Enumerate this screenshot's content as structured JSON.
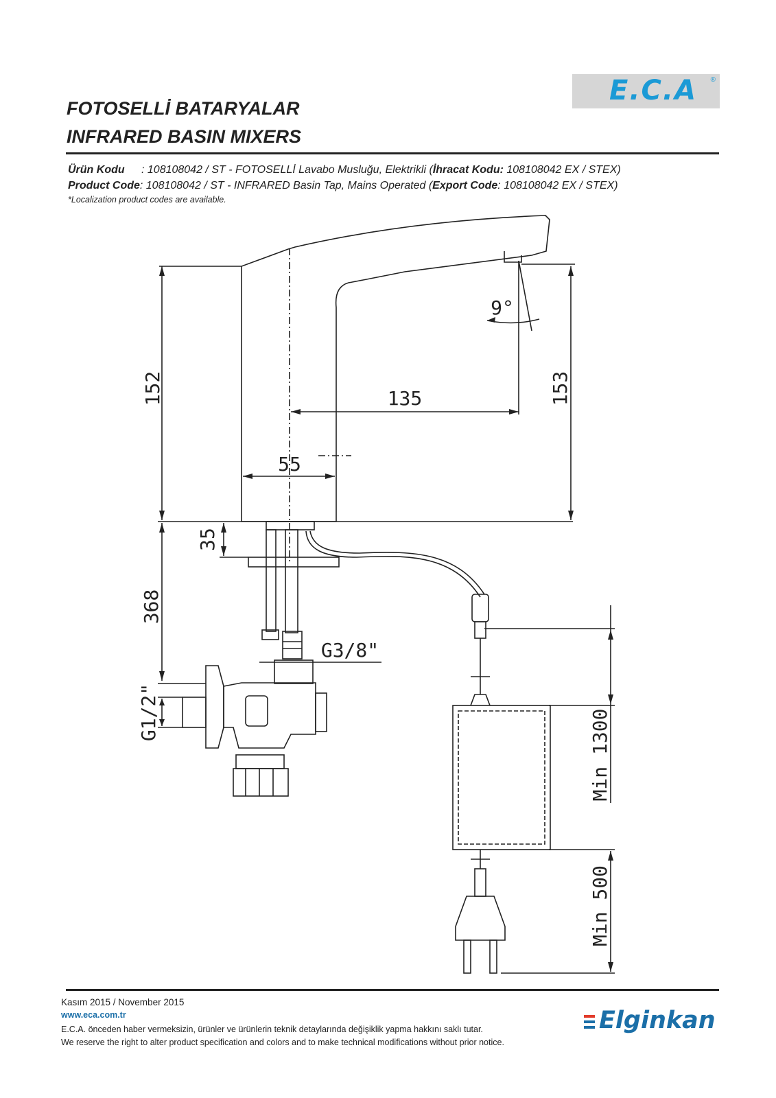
{
  "brand": {
    "logo_text": "E.C.A",
    "reg_mark": "®",
    "accent_color": "#1b9ad6",
    "logo_bg": "#d6d6d6"
  },
  "header": {
    "title_tr": "FOTOSELLİ BATARYALAR",
    "title_en": "INFRARED BASIN MIXERS"
  },
  "product": {
    "tr_label": "Ürün Kodu",
    "tr_code_text": ": 108108042 / ST - FOTOSELLİ Lavabo Musluğu, Elektrikli (",
    "tr_export_label": "İhracat Kodu:",
    "tr_export_value": " 108108042 EX / STEX)",
    "en_label": "Product Code",
    "en_code_text": ": 108108042 / ST - INFRARED Basin Tap, Mains Operated (",
    "en_export_label": "Export Code",
    "en_export_value": ": 108108042 EX / STEX)",
    "note": "*Localization product codes are available."
  },
  "dimensions": {
    "height_left": "152",
    "height_right": "153",
    "spout_reach": "135",
    "body_width": "55",
    "angle": "9°",
    "base_thickness": "35",
    "hose_length": "368",
    "thread_small": "G3/8\"",
    "thread_inlet": "G1/2\"",
    "cable_top": "Min 1300",
    "cable_bottom": "Min 500"
  },
  "footer": {
    "date": "Kasım 2015 / November 2015",
    "website": "www.eca.com.tr",
    "disclaimer_tr": "E.C.A. önceden haber vermeksizin, ürünler ve ürünlerin teknik detaylarında değişiklik yapma hakkını saklı tutar.",
    "disclaimer_en": "We reserve the right to alter product specification and colors and to make technical modifications without prior notice.",
    "dealer_logo": "Elginkan",
    "dealer_color": "#1b6fa8",
    "dealer_bar_colors": [
      "#e23b2a",
      "#1b6fa8",
      "#1b6fa8"
    ]
  }
}
